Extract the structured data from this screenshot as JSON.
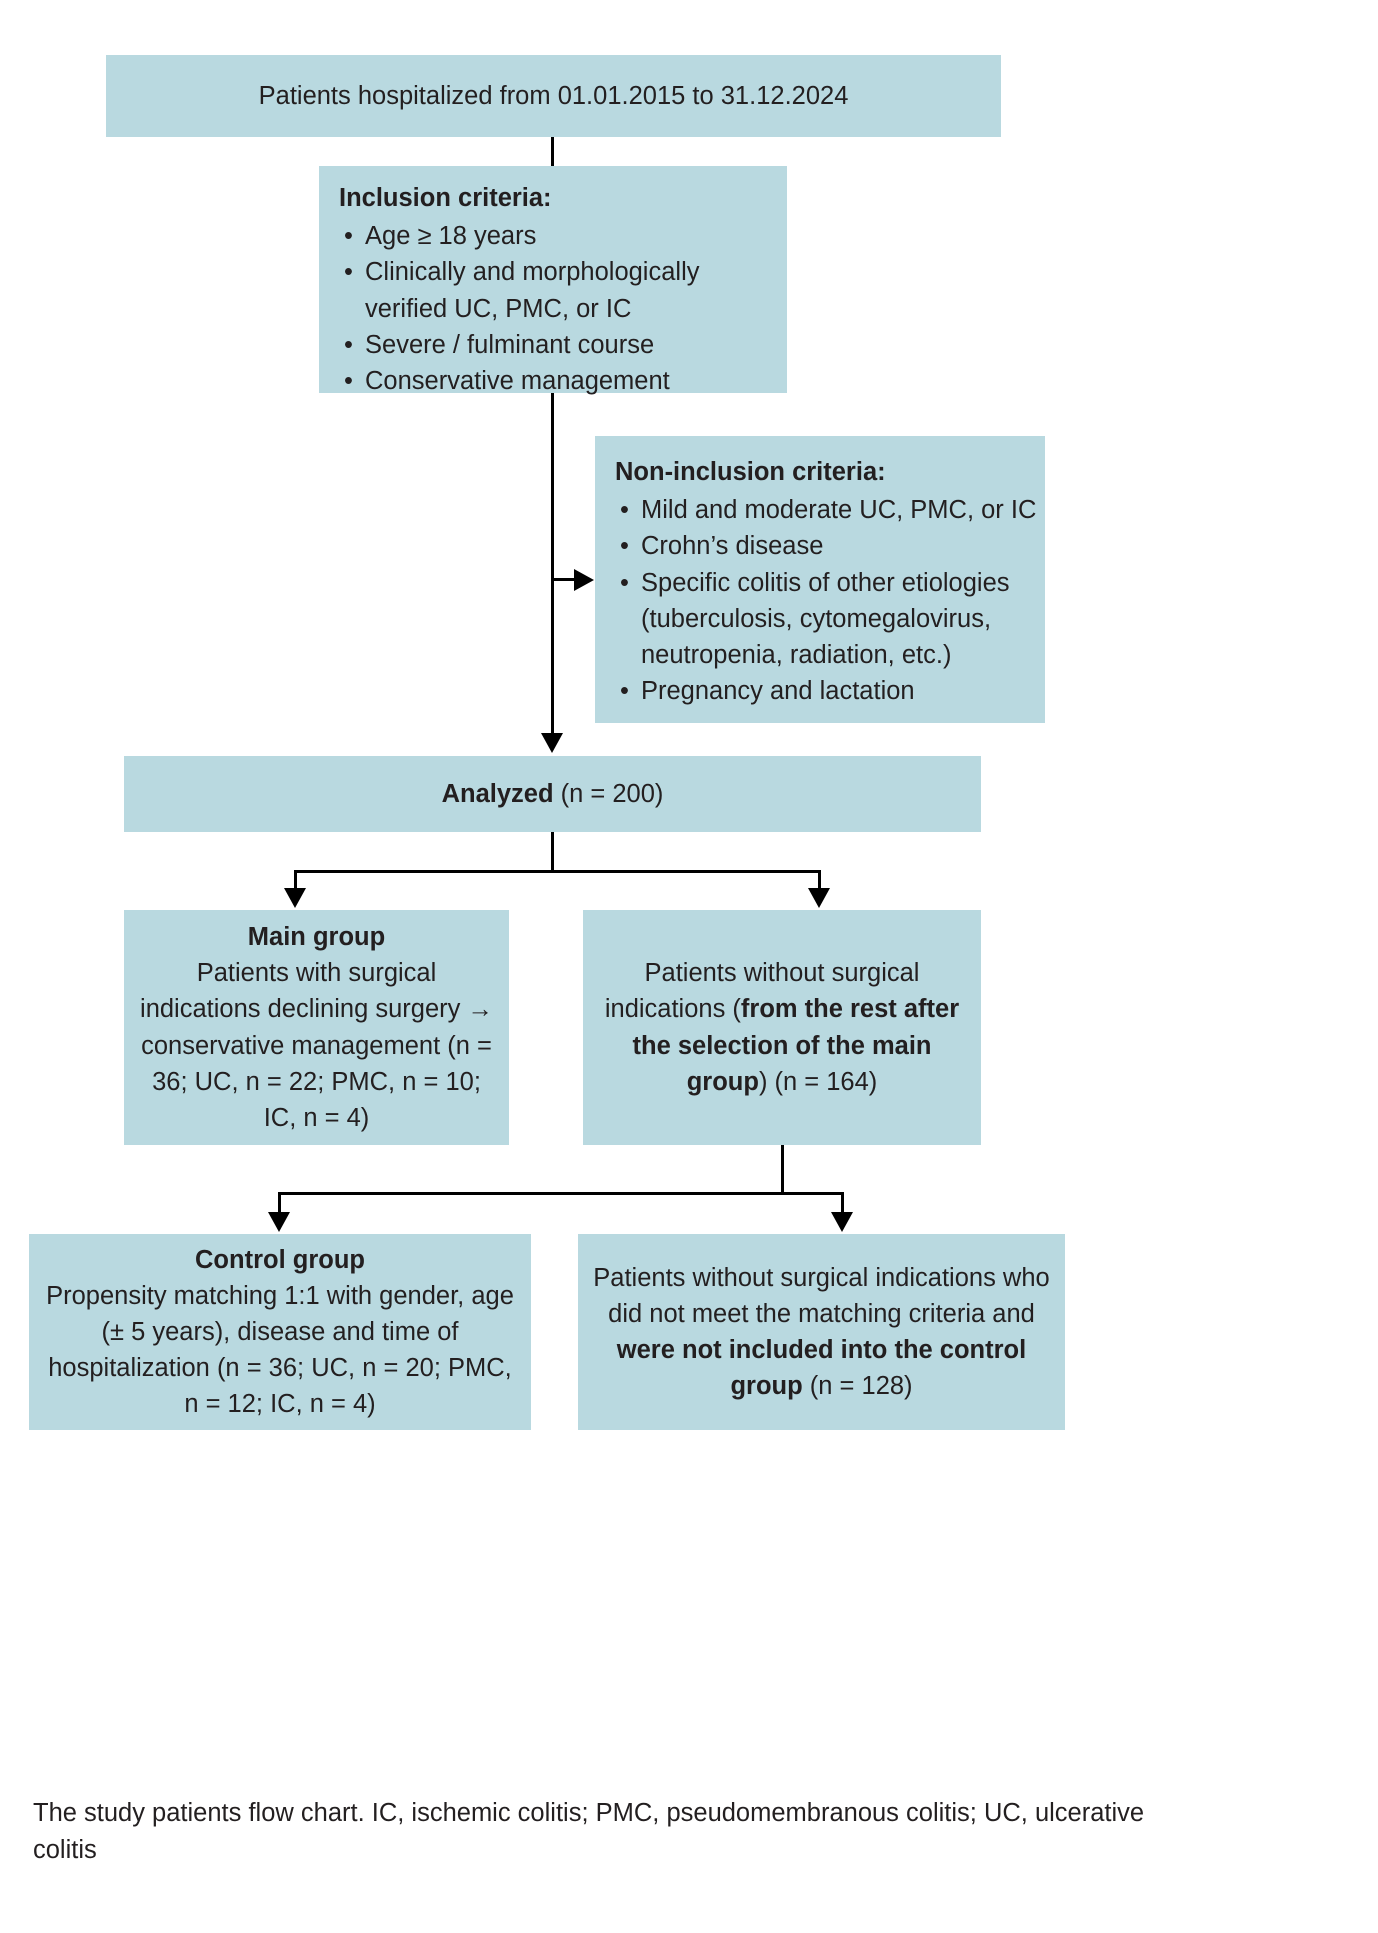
{
  "figure": {
    "type": "flowchart",
    "accent_color": "#b9d9e0",
    "line_color": "#000000",
    "text_color": "#231f20"
  },
  "nodes": {
    "hospitalized": {
      "text": "Patients hospitalized from 01.01.2015 to 31.12.2024"
    },
    "inclusion": {
      "title": "Inclusion criteria:",
      "items": [
        "Age ≥ 18 years",
        "Clinically and morphologically verified UC, PMC, or IC",
        "Severe / fulminant course",
        "Conservative management"
      ]
    },
    "non_inclusion": {
      "title": "Non-inclusion criteria:",
      "items": [
        "Mild and moderate UC, PMC, or IC",
        "Crohn’s disease",
        "Specific colitis of other etiologies (tuberculosis, cytomegalovirus, neutropenia, radiation, etc.)",
        "Pregnancy and lactation"
      ]
    },
    "analyzed": {
      "label_bold": "Analyzed",
      "label_rest": " (n = 200)"
    },
    "main_group": {
      "title": "Main group",
      "body": "Patients with surgical indications declining surgery → conservative management (n = 36; UC, n = 22; PMC, n = 10; IC, n = 4)"
    },
    "no_surgical_indications": {
      "part1": "Patients without surgical indications (",
      "part2_bold": "from the rest after the selection of the main group",
      "part3": ") (n = 164)"
    },
    "control_group": {
      "title": "Control group",
      "body": "Propensity matching 1:1 with gender, age (± 5 years), disease and time of hospitalization (n = 36; UC, n = 20; PMC, n = 12; IC, n = 4)"
    },
    "not_included": {
      "part1": "Patients without surgical indications who did not meet the matching criteria and ",
      "part2_bold": "were not included into the control group",
      "part3": " (n = 128)"
    }
  },
  "caption": {
    "text": "The study patients flow chart. IC, ischemic colitis; PMC, pseudomembranous colitis; UC, ulcerative colitis"
  }
}
